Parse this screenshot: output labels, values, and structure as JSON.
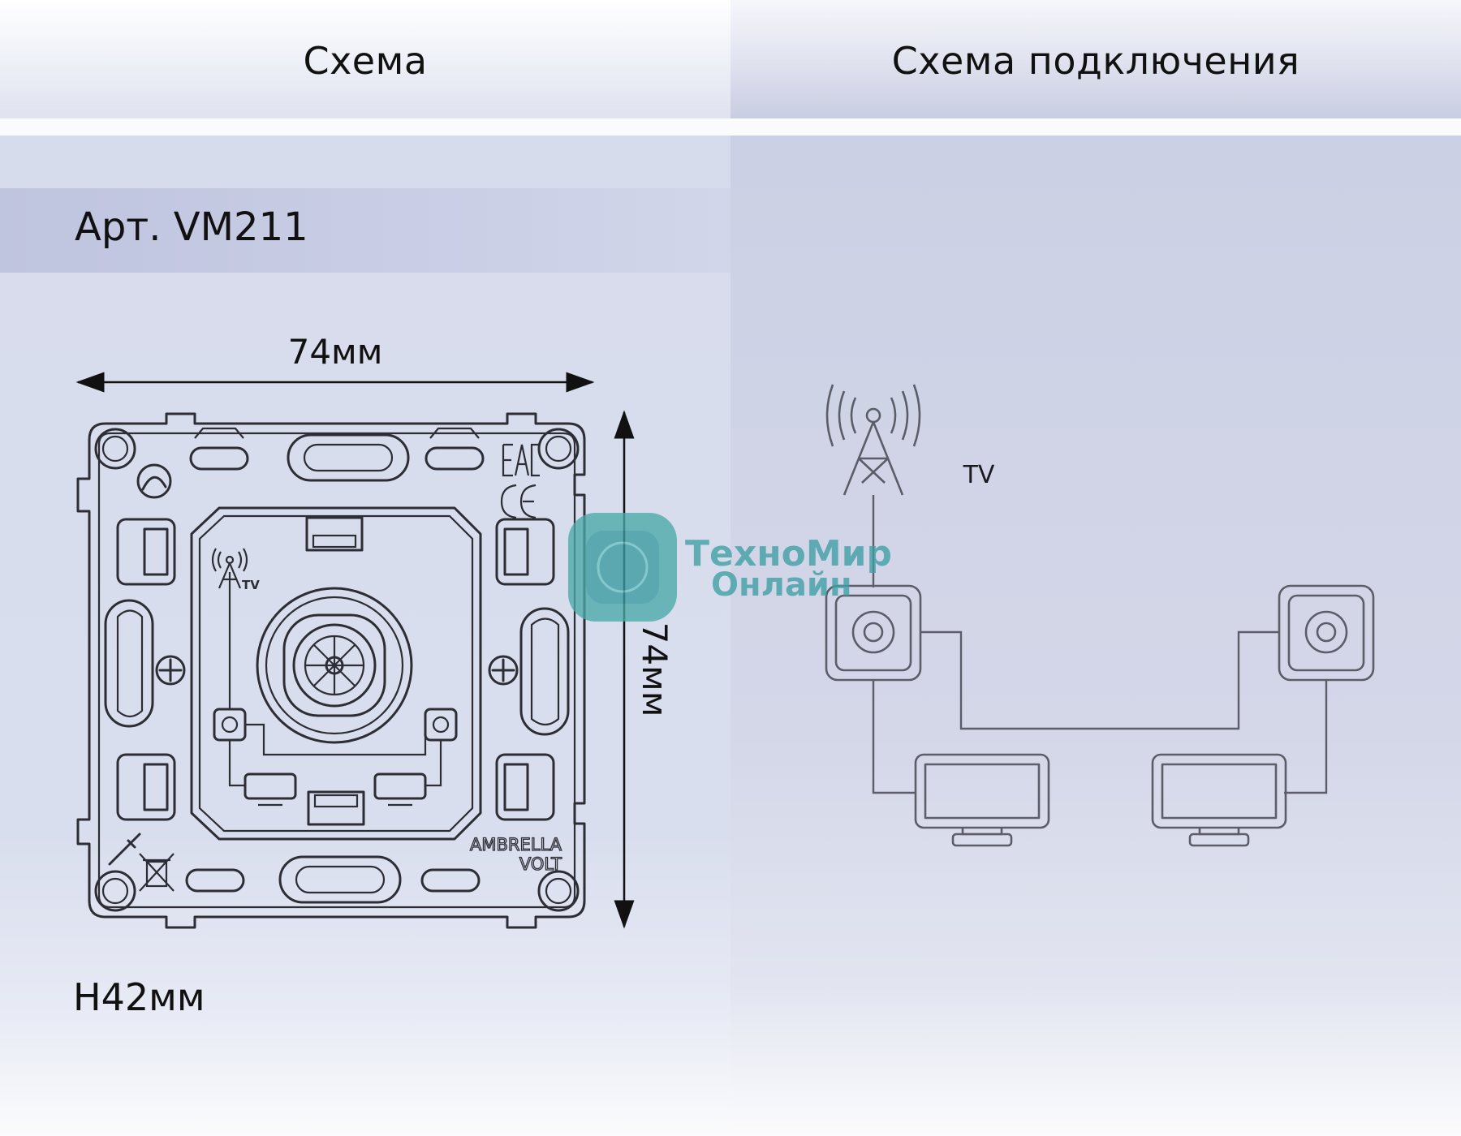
{
  "header": {
    "left_title": "Схема",
    "right_title": "Схема подключения"
  },
  "article": {
    "label": "Арт. VM211"
  },
  "dimensions": {
    "width_label": "74мм",
    "height_label": "74мм",
    "depth_label": "H42мм"
  },
  "device": {
    "brand_line1": "AMBRELLA",
    "brand_line2": "VOLT",
    "tv_mark": "TV",
    "icons": [
      "eac-mark-icon",
      "ce-mark-icon",
      "antenna-tower-icon",
      "screwdriver-icon",
      "crossed-bin-icon"
    ]
  },
  "connection": {
    "antenna_label": "TV",
    "icons": [
      "antenna-tower-icon",
      "socket-icon",
      "tv-monitor-icon"
    ]
  },
  "watermark": {
    "line1": "ТехноМир",
    "line2": "Онлайн"
  },
  "colors": {
    "line": "#2d2d35",
    "diagram_line": "#5c5d68",
    "watermark": "#3f9fa4",
    "band": "#c5c9e2"
  }
}
